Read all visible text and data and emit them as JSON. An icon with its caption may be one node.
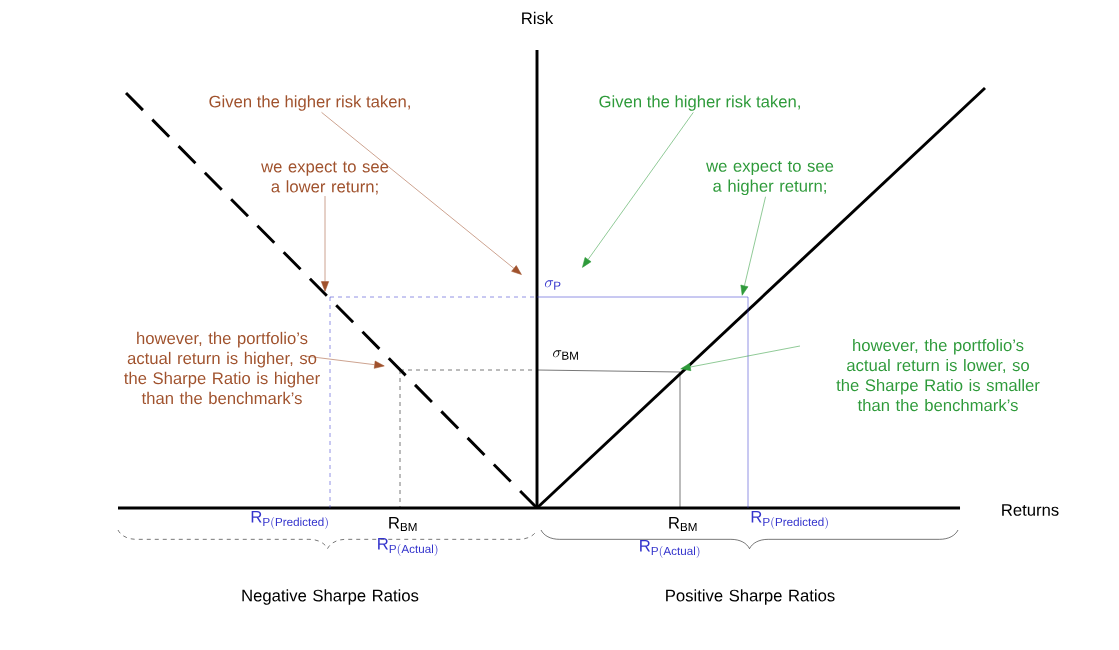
{
  "diagram": {
    "nodes": [
      {
        "text": [
          "Given the higher risk taken,"
        ]
      },
      {
        "text": [
          "we expect to see a lower return;"
        ]
      },
      {
        "text": [
          "however, the portfolio’s actual return is higher, so the Sharpe Ratio is higher than the benchmark’s"
        ]
      },
      {
        "text": [
          "Given the higher risk taken,"
        ]
      },
      {
        "text": [
          "we expect to see a higher return;"
        ]
      },
      {
        "text": [
          "however, the portfolio’s actual return is lower, so the Sharpe Ratio is smaller than the benchmark’s"
        ]
      }
    ],
    "edges": [
      {
        "from": 0,
        "to": null,
        "arrow": "to",
        "color": "#a0522d"
      },
      {
        "from": 1,
        "to": null,
        "arrow": "to",
        "color": "#a0522d"
      },
      {
        "from": 2,
        "to": null,
        "arrow": "to",
        "color": "#a0522d"
      },
      {
        "from": 3,
        "to": null,
        "arrow": "to",
        "color": "#2e9a3a"
      },
      {
        "from": 4,
        "to": null,
        "arrow": "to",
        "color": "#2e9a3a"
      },
      {
        "from": 5,
        "to": null,
        "arrow": "to",
        "color": "#2e9a3a"
      }
    ],
    "labels": [
      "Risk",
      "\\sigma_{\\mathrm{P}}",
      "\\sigma_{\\mathrm{BM}}",
      "Returns",
      "\\mathrm{R}_{\\mathrm{P(Predicted)}}",
      "\\mathrm{R}_{\\mathrm{BM}}",
      "\\mathrm{R}_{\\mathrm{P(Actual)}}",
      "\\mathrm{R}_{\\mathrm{BM}}",
      "\\mathrm{R}_{\\mathrm{P(Actual)}}",
      "\\mathrm{R}_{\\mathrm{P(Predicted)}}",
      "Negative Sharpe Ratios",
      "Positive Sharpe Ratios"
    ]
  }
}
